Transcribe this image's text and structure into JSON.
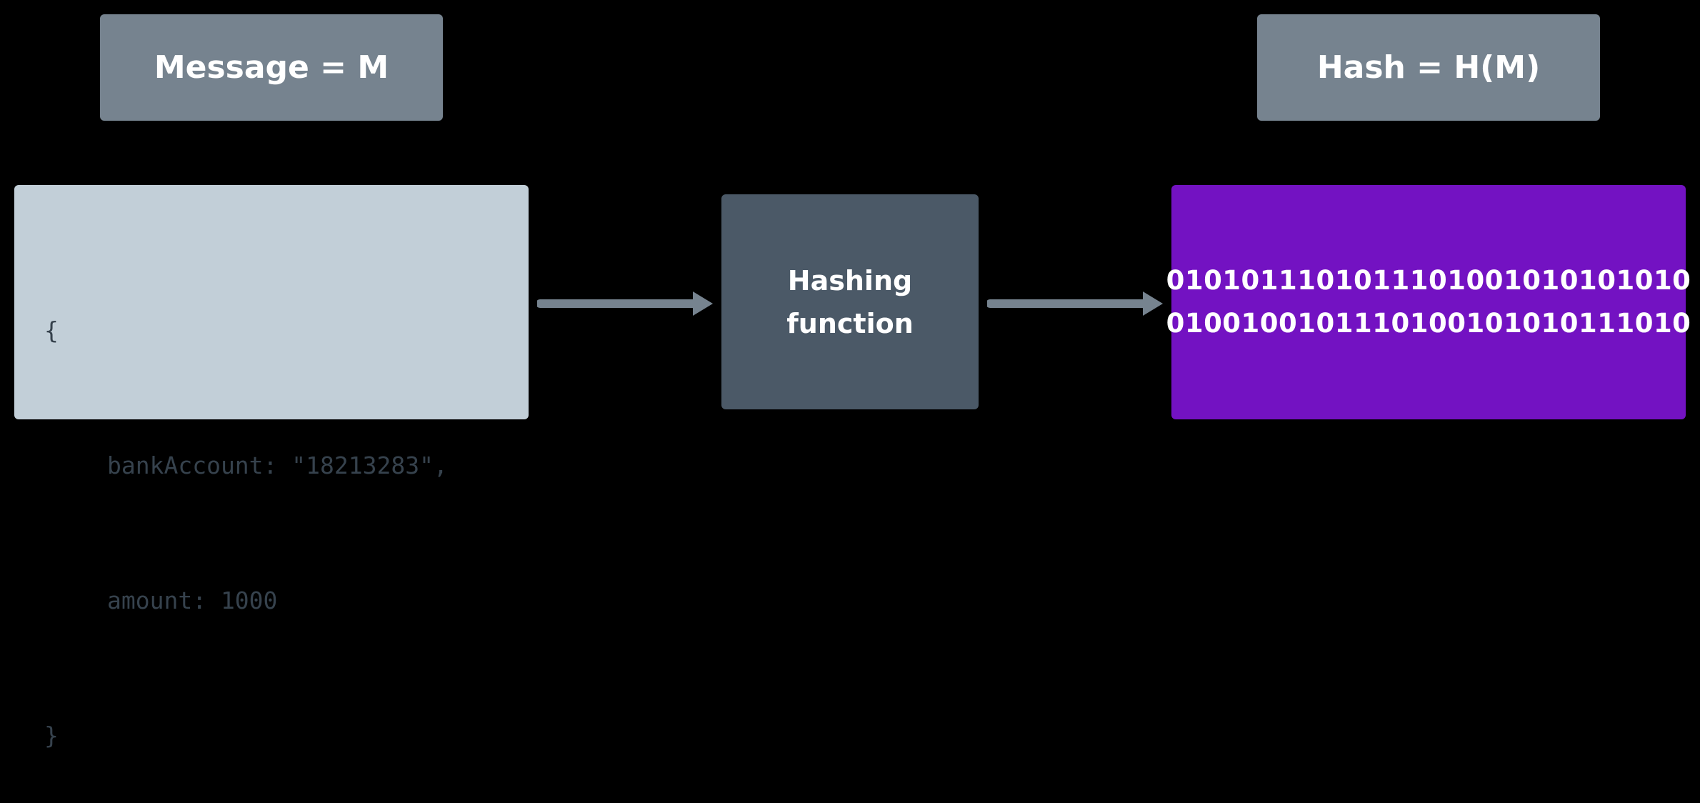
{
  "labels": {
    "message": "Message = M",
    "hash": "Hash = H(M)"
  },
  "message": {
    "lines": [
      "{",
      "bankAccount: \"18213283\",",
      "amount: 1000",
      "}"
    ]
  },
  "function": {
    "line1": "Hashing",
    "line2": "function"
  },
  "hash": {
    "line1": "0101011101011101001010101010",
    "line2": "0100100101110100101010111010"
  },
  "colors": {
    "background": "#000000",
    "label_box": "#76838f",
    "message_box": "#c2cfd8",
    "function_box": "#4b5967",
    "hash_box": "#7312c2",
    "arrow": "#76838f"
  }
}
